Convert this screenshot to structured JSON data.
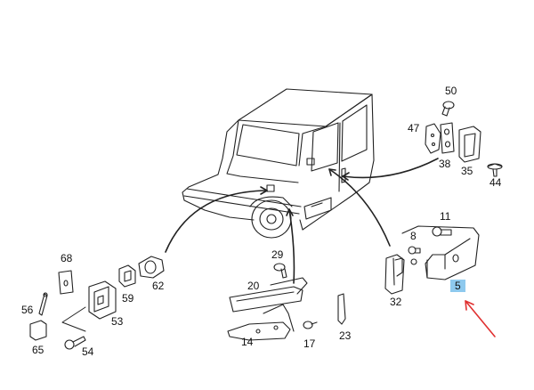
{
  "diagram": {
    "colors": {
      "line": "#222222",
      "highlight": "#8ec9ee",
      "arrow": "#e03030",
      "background": "#ffffff"
    },
    "highlighted_part": "5",
    "part_labels": {
      "p50": "50",
      "p47": "47",
      "p38": "38",
      "p35": "35",
      "p44": "44",
      "p11": "11",
      "p8": "8",
      "p5": "5",
      "p32": "32",
      "p68": "68",
      "p59": "59",
      "p62": "62",
      "p29": "29",
      "p20": "20",
      "p53": "53",
      "p56": "56",
      "p65": "65",
      "p54": "54",
      "p14": "14",
      "p17": "17",
      "p23": "23"
    }
  }
}
